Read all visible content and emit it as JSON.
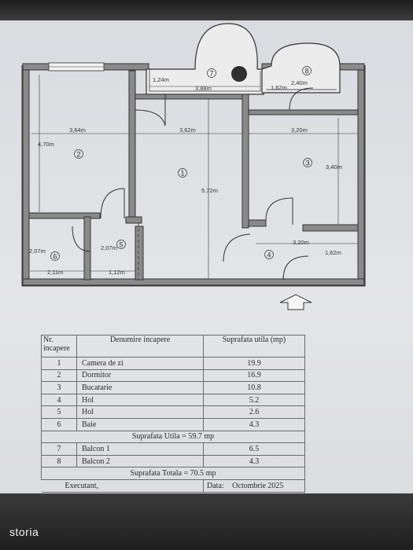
{
  "plan": {
    "rooms": [
      {
        "num": "1",
        "dims": [
          "3,62m",
          "5,72m"
        ]
      },
      {
        "num": "2",
        "dims": [
          "3,64m",
          "4,70m"
        ]
      },
      {
        "num": "3",
        "dims": [
          "3,20m",
          "3,40m"
        ]
      },
      {
        "num": "4",
        "dims": [
          "3,20m",
          "1,62m"
        ]
      },
      {
        "num": "5",
        "dims": [
          "2,07m",
          "1,12m"
        ]
      },
      {
        "num": "6",
        "dims": [
          "2,07m",
          "2,11m"
        ]
      },
      {
        "num": "7",
        "dims": [
          "1,24m",
          "3,88m"
        ]
      },
      {
        "num": "8",
        "dims": [
          "1,62m",
          "2,40m"
        ]
      }
    ]
  },
  "table": {
    "headers": [
      "Nr. incapere",
      "Denumire incapere",
      "Suprafata utila (mp)"
    ],
    "rows": [
      {
        "nr": "1",
        "name": "Camera de zi",
        "area": "19.9"
      },
      {
        "nr": "2",
        "name": "Dormitor",
        "area": "16.9"
      },
      {
        "nr": "3",
        "name": "Bucatarie",
        "area": "10.8"
      },
      {
        "nr": "4",
        "name": "Hol",
        "area": "5.2"
      },
      {
        "nr": "5",
        "name": "Hol",
        "area": "2.6"
      },
      {
        "nr": "6",
        "name": "Baie",
        "area": "4.3"
      }
    ],
    "useful_total": "Suprafata Utila = 59.7 mp",
    "balconies": [
      {
        "nr": "7",
        "name": "Balcon 1",
        "area": "6.5"
      },
      {
        "nr": "8",
        "name": "Balcon 2",
        "area": "4.3"
      }
    ],
    "grand_total": "Suprafata Totala = 70.5 mp",
    "executant": "Executant,",
    "date_label": "Data:",
    "date_value": "Octombrie 2025"
  },
  "brand": "storia"
}
